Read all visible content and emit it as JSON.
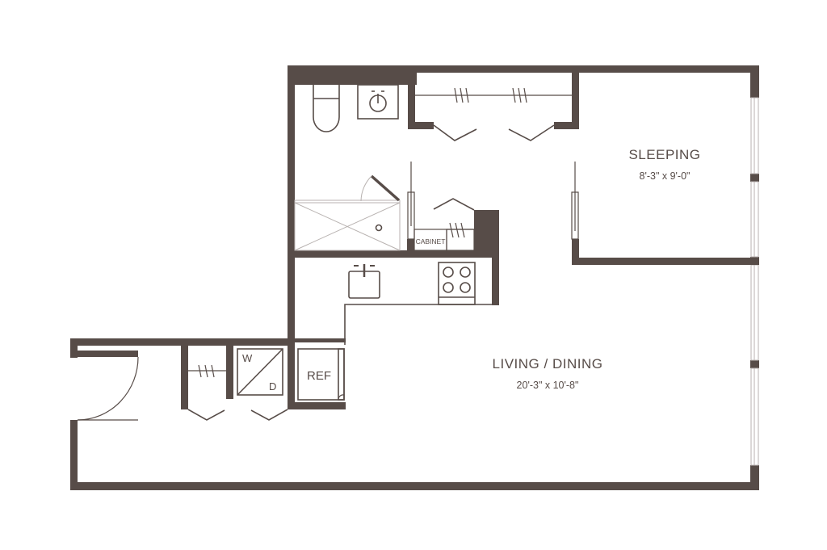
{
  "floorplan": {
    "colors": {
      "wall": "#574c48",
      "background": "#ffffff",
      "window": "#b8b2b0"
    },
    "rooms": [
      {
        "name": "SLEEPING",
        "dimensions": "8'-3\" x 9'-0\""
      },
      {
        "name": "LIVING / DINING",
        "dimensions": "20'-3\" x 10'-8\""
      }
    ],
    "fixtures": {
      "cabinet": "CABINET",
      "refrigerator": "REF",
      "washer": "W",
      "dryer": "D"
    },
    "icons": [
      "toilet-icon",
      "bathroom-sink-icon",
      "shower-icon",
      "kitchen-sink-icon",
      "stove-icon",
      "closet-rod-icon",
      "entry-door-icon"
    ]
  }
}
